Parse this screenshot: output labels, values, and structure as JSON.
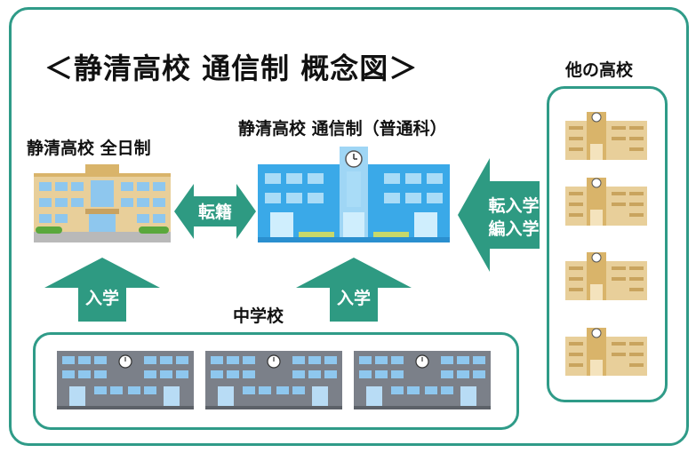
{
  "title": "＜静清高校 通信制 概念図＞",
  "labels": {
    "fulltime": "静清高校 全日制",
    "correspondence": "静清高校 通信制（普通科）",
    "other": "他の高校",
    "junior_high": "中学校"
  },
  "arrows": {
    "transfer": "転籍",
    "admission_left": "入学",
    "admission_center": "入学",
    "transfer_in_line1": "転入学",
    "transfer_in_line2": "編入学"
  },
  "colors": {
    "frame": "#2f9b88",
    "arrow": "#2e9a82",
    "tan_building": "#e8cf9a",
    "blue_building": "#3aa9e8",
    "gray_building": "#7b8089"
  }
}
